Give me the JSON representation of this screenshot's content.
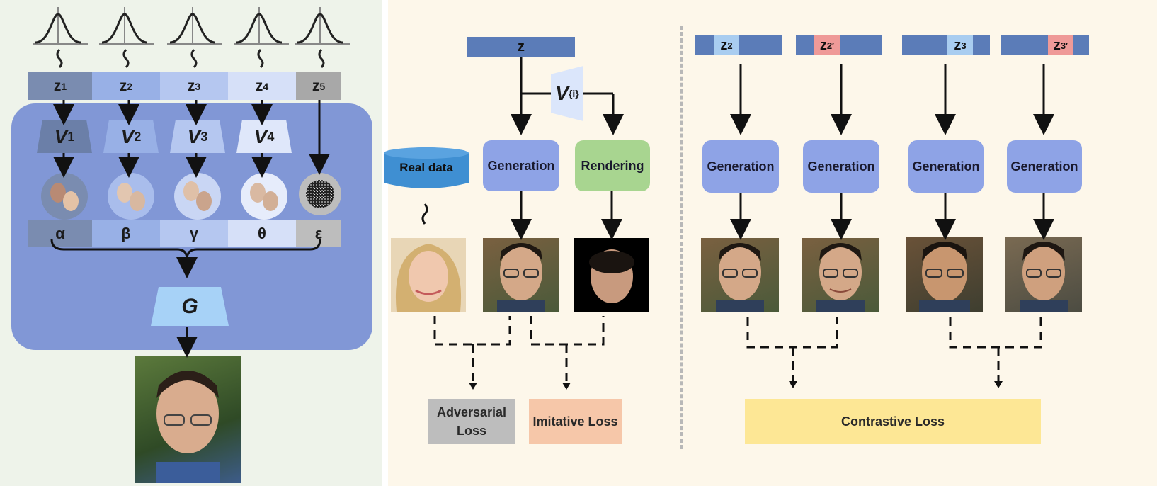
{
  "left": {
    "latents": [
      {
        "label": "z",
        "sub": "1",
        "color": "#7a8cb0"
      },
      {
        "label": "z",
        "sub": "2",
        "color": "#98b0e6"
      },
      {
        "label": "z",
        "sub": "3",
        "color": "#b5c7f0"
      },
      {
        "label": "z",
        "sub": "4",
        "color": "#d6e0f8"
      },
      {
        "label": "z",
        "sub": "5",
        "color": "#a8a8a8"
      }
    ],
    "encoders": [
      {
        "label": "V",
        "sub": "1"
      },
      {
        "label": "V",
        "sub": "2"
      },
      {
        "label": "V",
        "sub": "3"
      },
      {
        "label": "V",
        "sub": "4"
      }
    ],
    "params": [
      "α",
      "β",
      "γ",
      "θ",
      "ε"
    ],
    "generator": "G"
  },
  "middle": {
    "z_label": "z",
    "v_label": "V",
    "v_sub": "{i}",
    "real_data": "Real data",
    "generation": "Generation",
    "rendering": "Rendering",
    "adversarial_loss": "Adversarial Loss",
    "imitative_loss": "Imitative Loss"
  },
  "right": {
    "bars": [
      {
        "label": "z",
        "sub": "2",
        "color": "#a9cdf0"
      },
      {
        "label": "z",
        "sub": "2′",
        "color": "#ef9a98"
      },
      {
        "label": "z",
        "sub": "3",
        "color": "#a9cdf0"
      },
      {
        "label": "z",
        "sub": "3′",
        "color": "#ef9a98"
      }
    ],
    "generation": [
      "Generation",
      "Generation",
      "Generation",
      "Generation"
    ],
    "contrastive_loss": "Contrastive Loss"
  },
  "colors": {
    "module_fill": "#8197d6",
    "generation_box": "#8ea3e6",
    "rendering_box": "#a8d590",
    "real_data": "#3f8fd2",
    "adversarial": "#bdbdbd",
    "imitative": "#f6c7a9",
    "contrastive": "#fde795"
  },
  "icons": [
    "gaussian-icon",
    "tilde-icon",
    "face-thumbnail-icon",
    "noise-icon",
    "portrait-image"
  ]
}
